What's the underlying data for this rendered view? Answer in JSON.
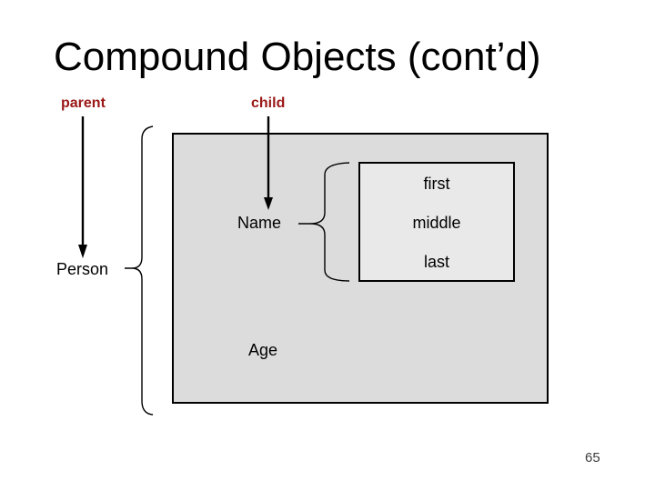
{
  "slide": {
    "title": "Compound Objects (cont’d)",
    "page_number": "65",
    "parent_label": "parent",
    "child_label": "child",
    "person_label": "Person",
    "name_label": "Name",
    "age_label": "Age",
    "name_fields": [
      "first",
      "middle",
      "last"
    ],
    "colors": {
      "accent_red": "#9a1717",
      "outer_box_fill": "#dcdcdc",
      "inner_box_fill": "#e9e9e9",
      "text_black": "#000000",
      "page_number_color": "#3d3d3d"
    },
    "icons": {
      "parent_arrow": "down-arrow-icon",
      "child_arrow": "down-arrow-icon",
      "person_brace": "left-curly-brace-icon",
      "name_brace": "left-curly-brace-icon"
    }
  }
}
